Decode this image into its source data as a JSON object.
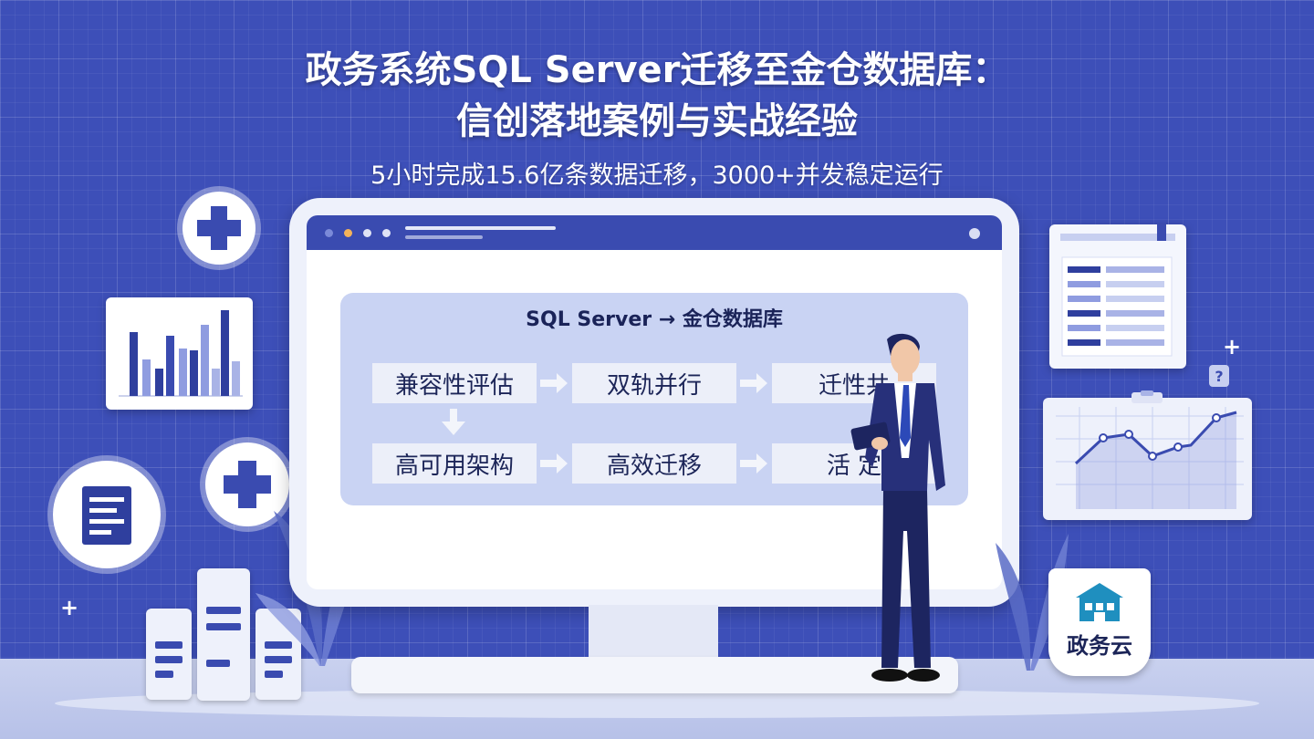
{
  "header": {
    "title_line1": "政务系统SQL Server迁移至金仓数据库：",
    "title_line2": "信创落地案例与实战经验",
    "subtitle": "5小时完成15.6亿条数据迁移，3000+并发稳定运行"
  },
  "panel": {
    "title": "SQL Server → 金仓数据库",
    "steps": [
      "兼容性评估",
      "双轨并行",
      "迁性共",
      "高可用架构",
      "高效迁移",
      "活 定"
    ]
  },
  "badge": {
    "label": "政务云"
  },
  "colors": {
    "background": "#3d4fb8",
    "accent": "#3a4bb0",
    "panel": "#c9d3f3",
    "text_dark": "#1c2558"
  },
  "icons": [
    "plus-icon",
    "document-icon",
    "bar-chart-icon",
    "line-chart-icon",
    "server-icon",
    "building-icon",
    "person-illustration"
  ]
}
